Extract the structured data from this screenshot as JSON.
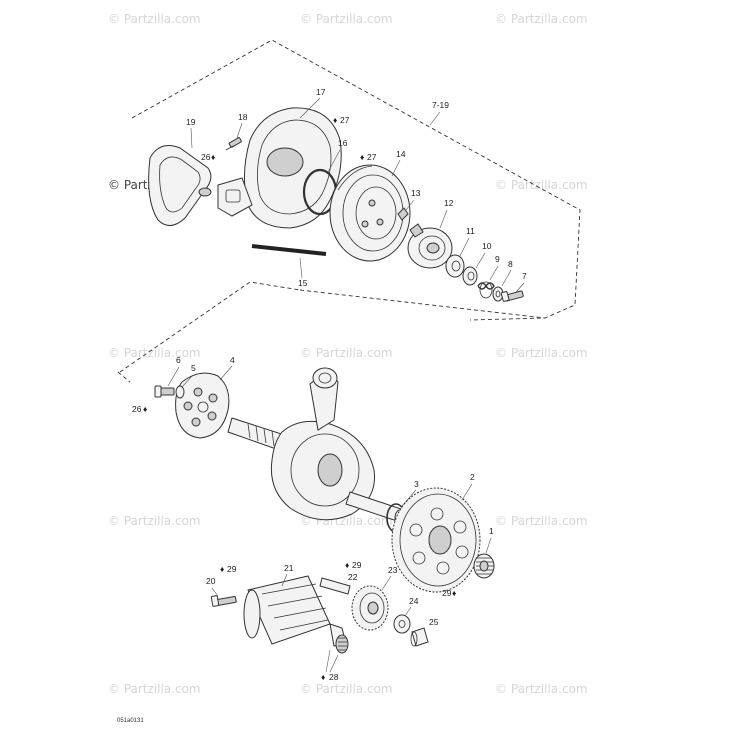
{
  "watermark": {
    "text": "© Partzilla.com",
    "strong_text": "© Partzilla.com"
  },
  "callouts": {
    "c1": "1",
    "c2": "2",
    "c3": "3",
    "c4": "4",
    "c5": "5",
    "c6": "6",
    "c7": "7",
    "c8": "8",
    "c9": "9",
    "c10": "10",
    "c11": "11",
    "c12": "12",
    "c13": "13",
    "c14": "14",
    "c15": "15",
    "c16": "16",
    "c17": "17",
    "c18": "18",
    "c19": "19",
    "c20": "20",
    "c21": "21",
    "c22": "22",
    "c23": "23",
    "c24": "24",
    "c25": "25",
    "c26a": "26",
    "c26b": "26",
    "c27a": "27",
    "c27b": "27",
    "c28": "28",
    "c29a": "29",
    "c29b": "29",
    "c29c": "29",
    "group": "7-19"
  },
  "footer": {
    "code": "051a0131"
  }
}
